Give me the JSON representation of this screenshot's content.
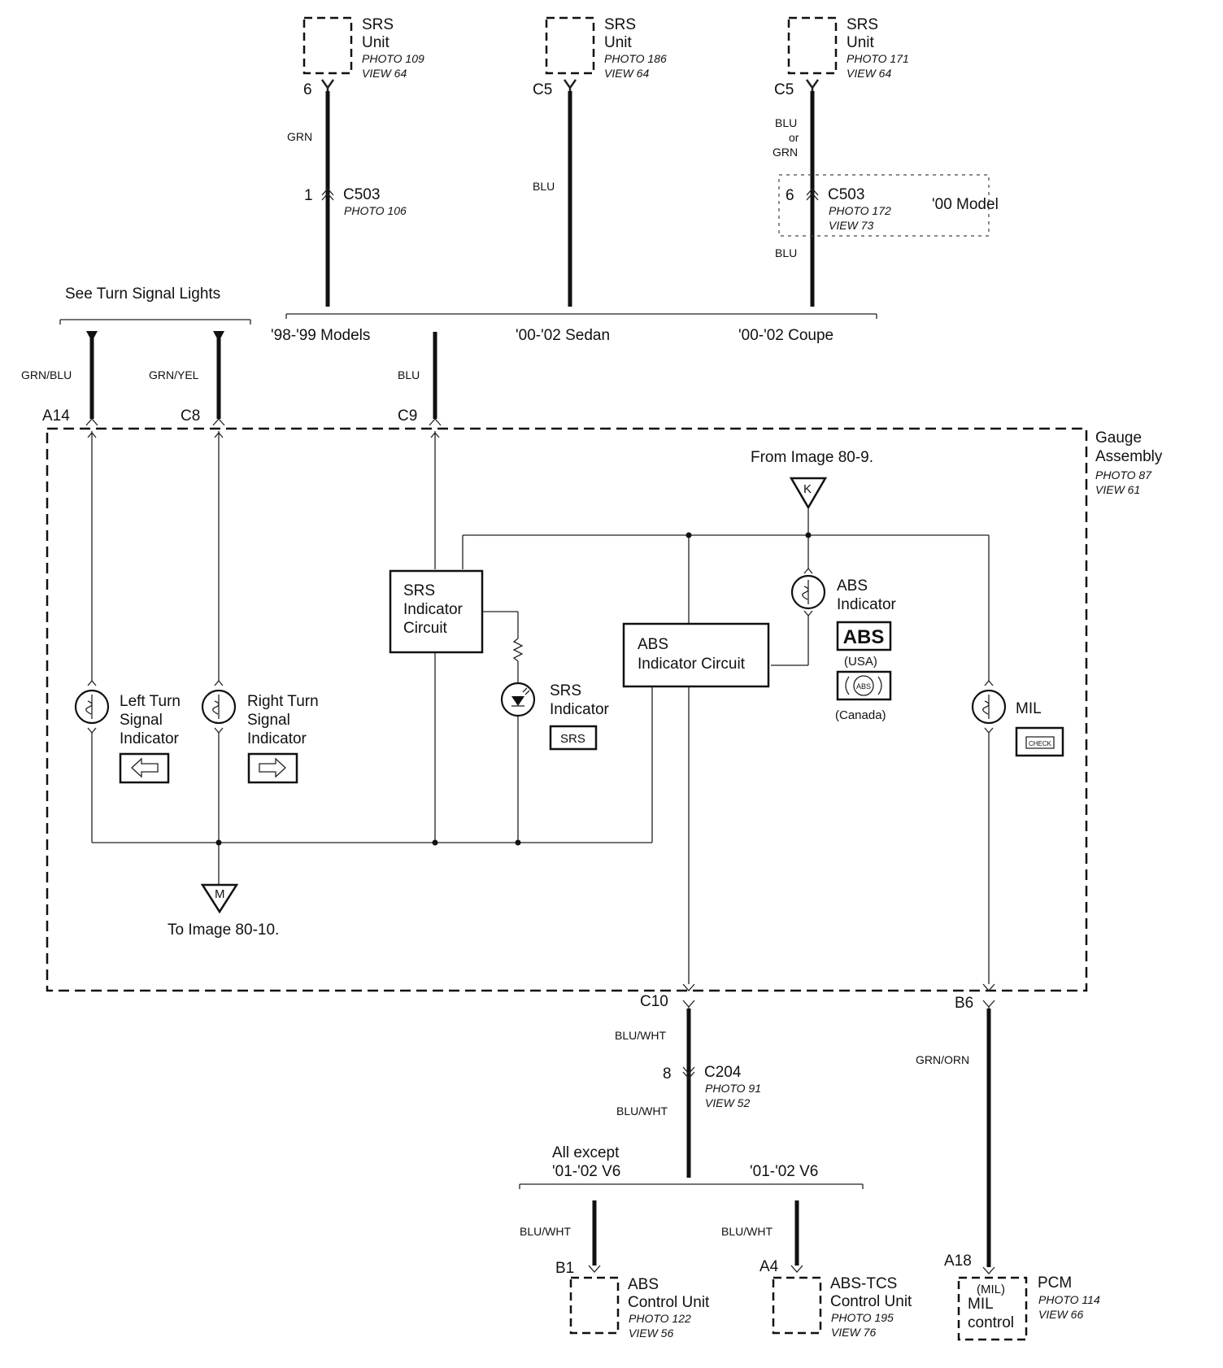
{
  "srs_units": [
    {
      "title": "SRS",
      "title2": "Unit",
      "photo": "PHOTO 109",
      "view": "VIEW 64",
      "pin": "6"
    },
    {
      "title": "SRS",
      "title2": "Unit",
      "photo": "PHOTO 186",
      "view": "VIEW 64",
      "pin": "C5"
    },
    {
      "title": "SRS",
      "title2": "Unit",
      "photo": "PHOTO 171",
      "view": "VIEW 64",
      "pin": "C5"
    }
  ],
  "srs_wires": {
    "w1": "GRN",
    "w2": "BLU",
    "w3a": "BLU",
    "w3b": "or",
    "w3c": "GRN",
    "w3d": "BLU"
  },
  "connectors": {
    "c503_left": {
      "pin": "1",
      "name": "C503",
      "photo": "PHOTO 106"
    },
    "c503_right": {
      "pin": "6",
      "name": "C503",
      "photo": "PHOTO 172",
      "view": "VIEW 73",
      "note": "'00 Model"
    }
  },
  "model_labels": {
    "m1": "'98-'99 Models",
    "m2": "'00-'02 Sedan",
    "m3": "'00-'02 Coupe"
  },
  "turn_signal_ref": "See Turn Signal Lights",
  "top_wires": {
    "a14": "GRN/BLU",
    "c8": "GRN/YEL",
    "c9": "BLU"
  },
  "top_pins": {
    "a14": "A14",
    "c8": "C8",
    "c9": "C9"
  },
  "gauge": {
    "title1": "Gauge",
    "title2": "Assembly",
    "photo": "PHOTO 87",
    "view": "VIEW 61"
  },
  "from_image": "From Image 80-9.",
  "k_label": "K",
  "m_label": "M",
  "to_image": "To Image 80-10.",
  "srs_circuit": {
    "l1": "SRS",
    "l2": "Indicator",
    "l3": "Circuit"
  },
  "abs_circuit": {
    "l1": "ABS",
    "l2": "Indicator Circuit"
  },
  "abs_indicator": {
    "l1": "ABS",
    "l2": "Indicator",
    "badge": "ABS",
    "usa": "(USA)",
    "canada_badge": "ABS",
    "canada": "(Canada)"
  },
  "left_turn": {
    "l1": "Left Turn",
    "l2": "Signal",
    "l3": "Indicator"
  },
  "right_turn": {
    "l1": "Right Turn",
    "l2": "Signal",
    "l3": "Indicator"
  },
  "srs_indicator": {
    "l1": "SRS",
    "l2": "Indicator",
    "badge": "SRS"
  },
  "mil": {
    "label": "MIL",
    "badge": "CHECK"
  },
  "bottom_pins": {
    "c10": "C10",
    "b6": "B6"
  },
  "bottom_wires": {
    "c10_up": "BLU/WHT",
    "c10_down": "BLU/WHT",
    "b6": "GRN/ORN",
    "b1": "BLU/WHT",
    "a4": "BLU/WHT"
  },
  "c204": {
    "pin": "8",
    "name": "C204",
    "photo": "PHOTO 91",
    "view": "VIEW 52"
  },
  "variants": {
    "v1a": "All except",
    "v1b": "'01-'02 V6",
    "v2": "'01-'02 V6"
  },
  "abs_unit": {
    "pin": "B1",
    "l1": "ABS",
    "l2": "Control Unit",
    "photo": "PHOTO 122",
    "view": "VIEW 56"
  },
  "abstcs_unit": {
    "pin": "A4",
    "l1": "ABS-TCS",
    "l2": "Control Unit",
    "photo": "PHOTO 195",
    "view": "VIEW 76"
  },
  "pcm": {
    "pin": "A18",
    "title": "PCM",
    "photo": "PHOTO 114",
    "view": "VIEW 66",
    "mil_small": "(MIL)",
    "mil": "MIL",
    "control": "control"
  }
}
